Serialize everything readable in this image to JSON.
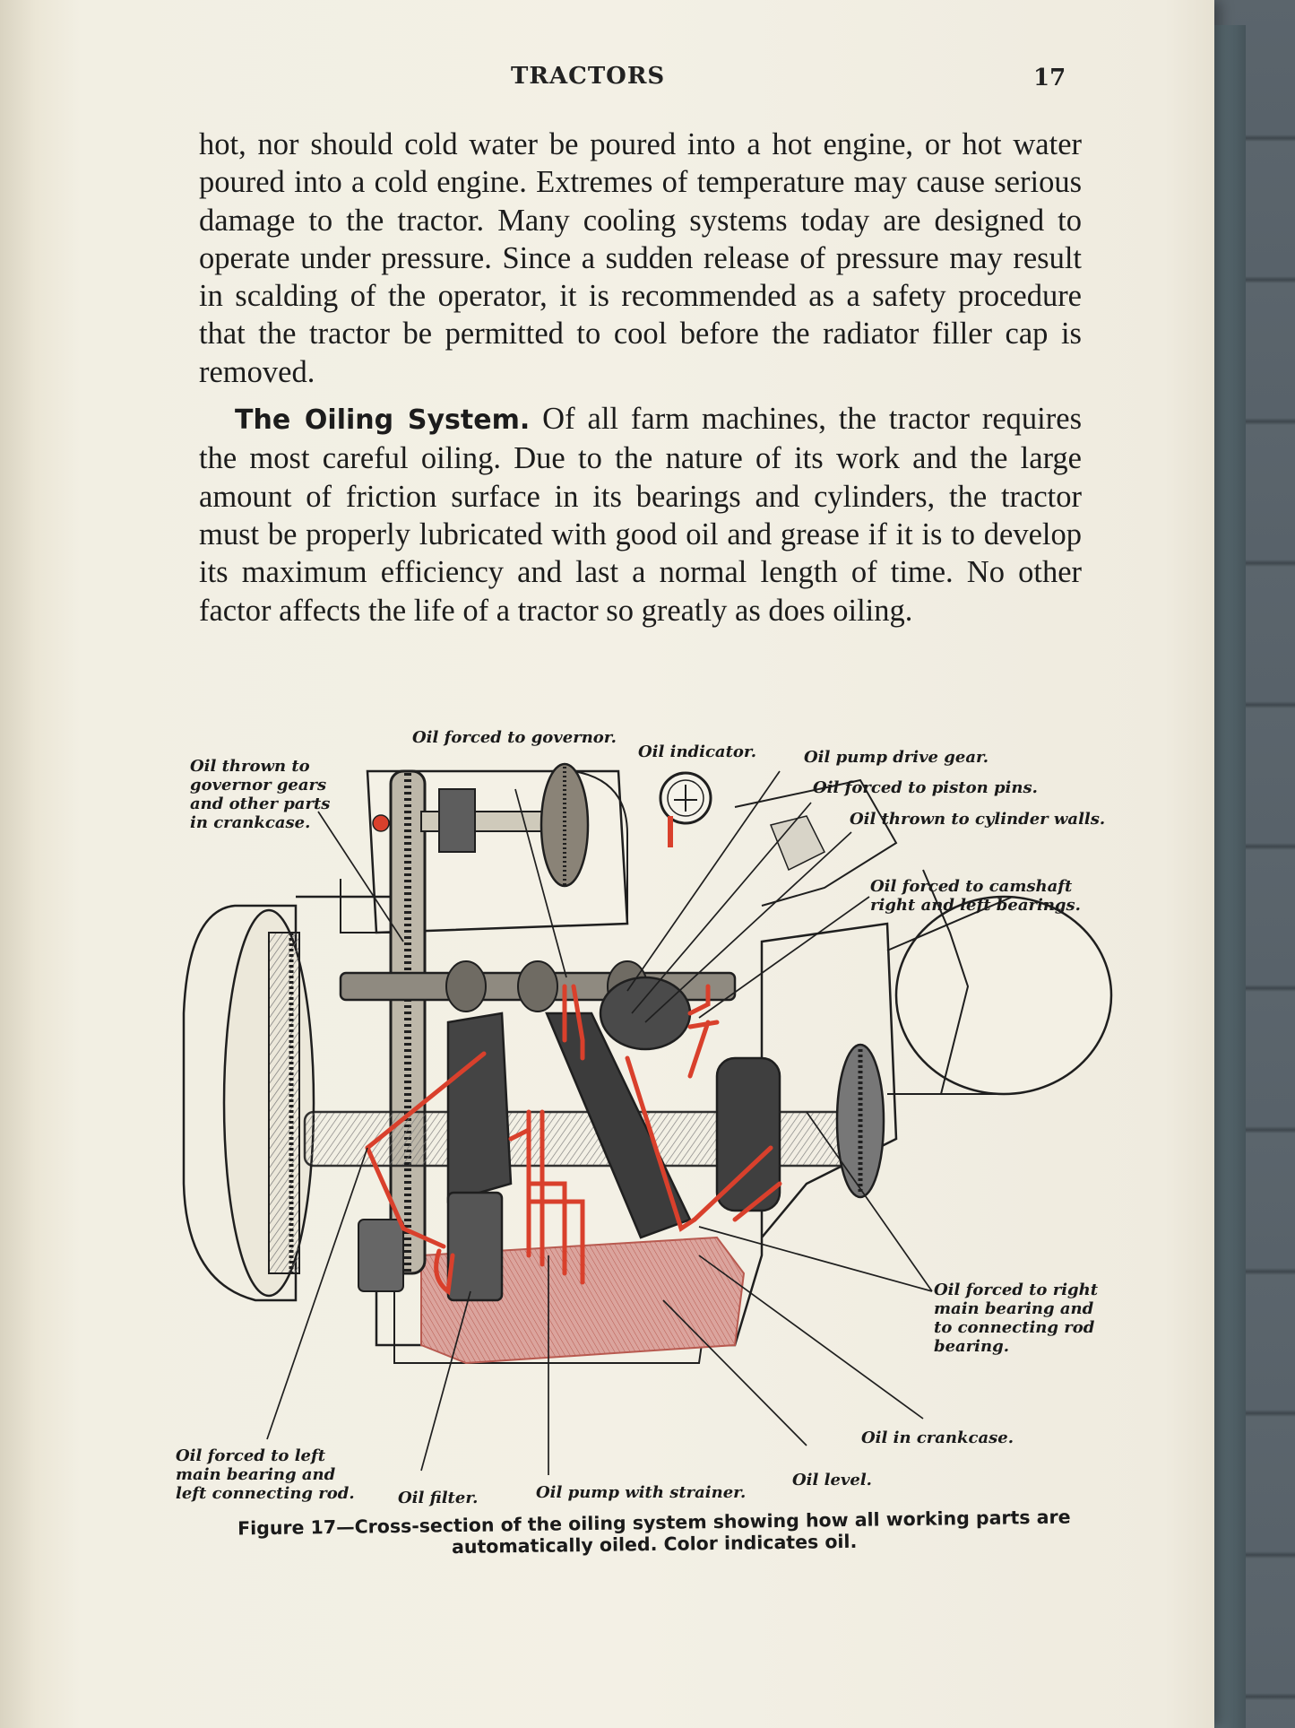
{
  "header": {
    "title": "TRACTORS",
    "page_number": "17"
  },
  "body": {
    "paragraph_1": "hot, nor should cold water be poured into a hot engine, or hot water poured into a cold engine. Extremes of temperature may cause serious damage to the tractor. Many cooling systems today are designed to operate under pressure. Since a sudden release of pressure may result in scalding of the operator, it is recommended as a safety procedure that the tractor be permitted to cool before the radiator filler cap is removed.",
    "section_heading": "The Oiling System.",
    "paragraph_2": " Of all farm machines, the tractor requires the most careful oiling. Due to the nature of its work and the large amount of friction surface in its bearings and cylinders, the tractor must be properly lubricated with good oil and grease if it is to develop its maximum efficiency and last a normal length of time. No other factor affects the life of a tractor so greatly as does oiling."
  },
  "figure": {
    "callouts": {
      "oil_thrown_governor": "Oil thrown to\ngovernor gears\nand other parts\nin crankcase.",
      "oil_forced_governor": "Oil forced to governor.",
      "oil_indicator": "Oil indicator.",
      "oil_pump_drive_gear": "Oil pump drive gear.",
      "oil_forced_piston_pins": "Oil forced to piston pins.",
      "oil_thrown_cylinder_walls": "Oil thrown to cylinder walls.",
      "oil_forced_camshaft": "Oil forced to camshaft\nright and left bearings.",
      "oil_forced_right_main": "Oil forced to right\nmain bearing and\nto connecting rod\nbearing.",
      "oil_in_crankcase": "Oil in crankcase.",
      "oil_level": "Oil level.",
      "oil_pump_strainer": "Oil pump with strainer.",
      "oil_filter": "Oil filter.",
      "oil_forced_left_main": "Oil forced to left\nmain bearing and\nleft connecting rod."
    },
    "caption": "Figure 17—Cross-section of the oiling system showing how all working parts are automatically oiled. Color indicates oil.",
    "colors": {
      "oil": "#d9402c",
      "ink": "#1f1f1f",
      "oil_tint": "#d98f86"
    }
  }
}
